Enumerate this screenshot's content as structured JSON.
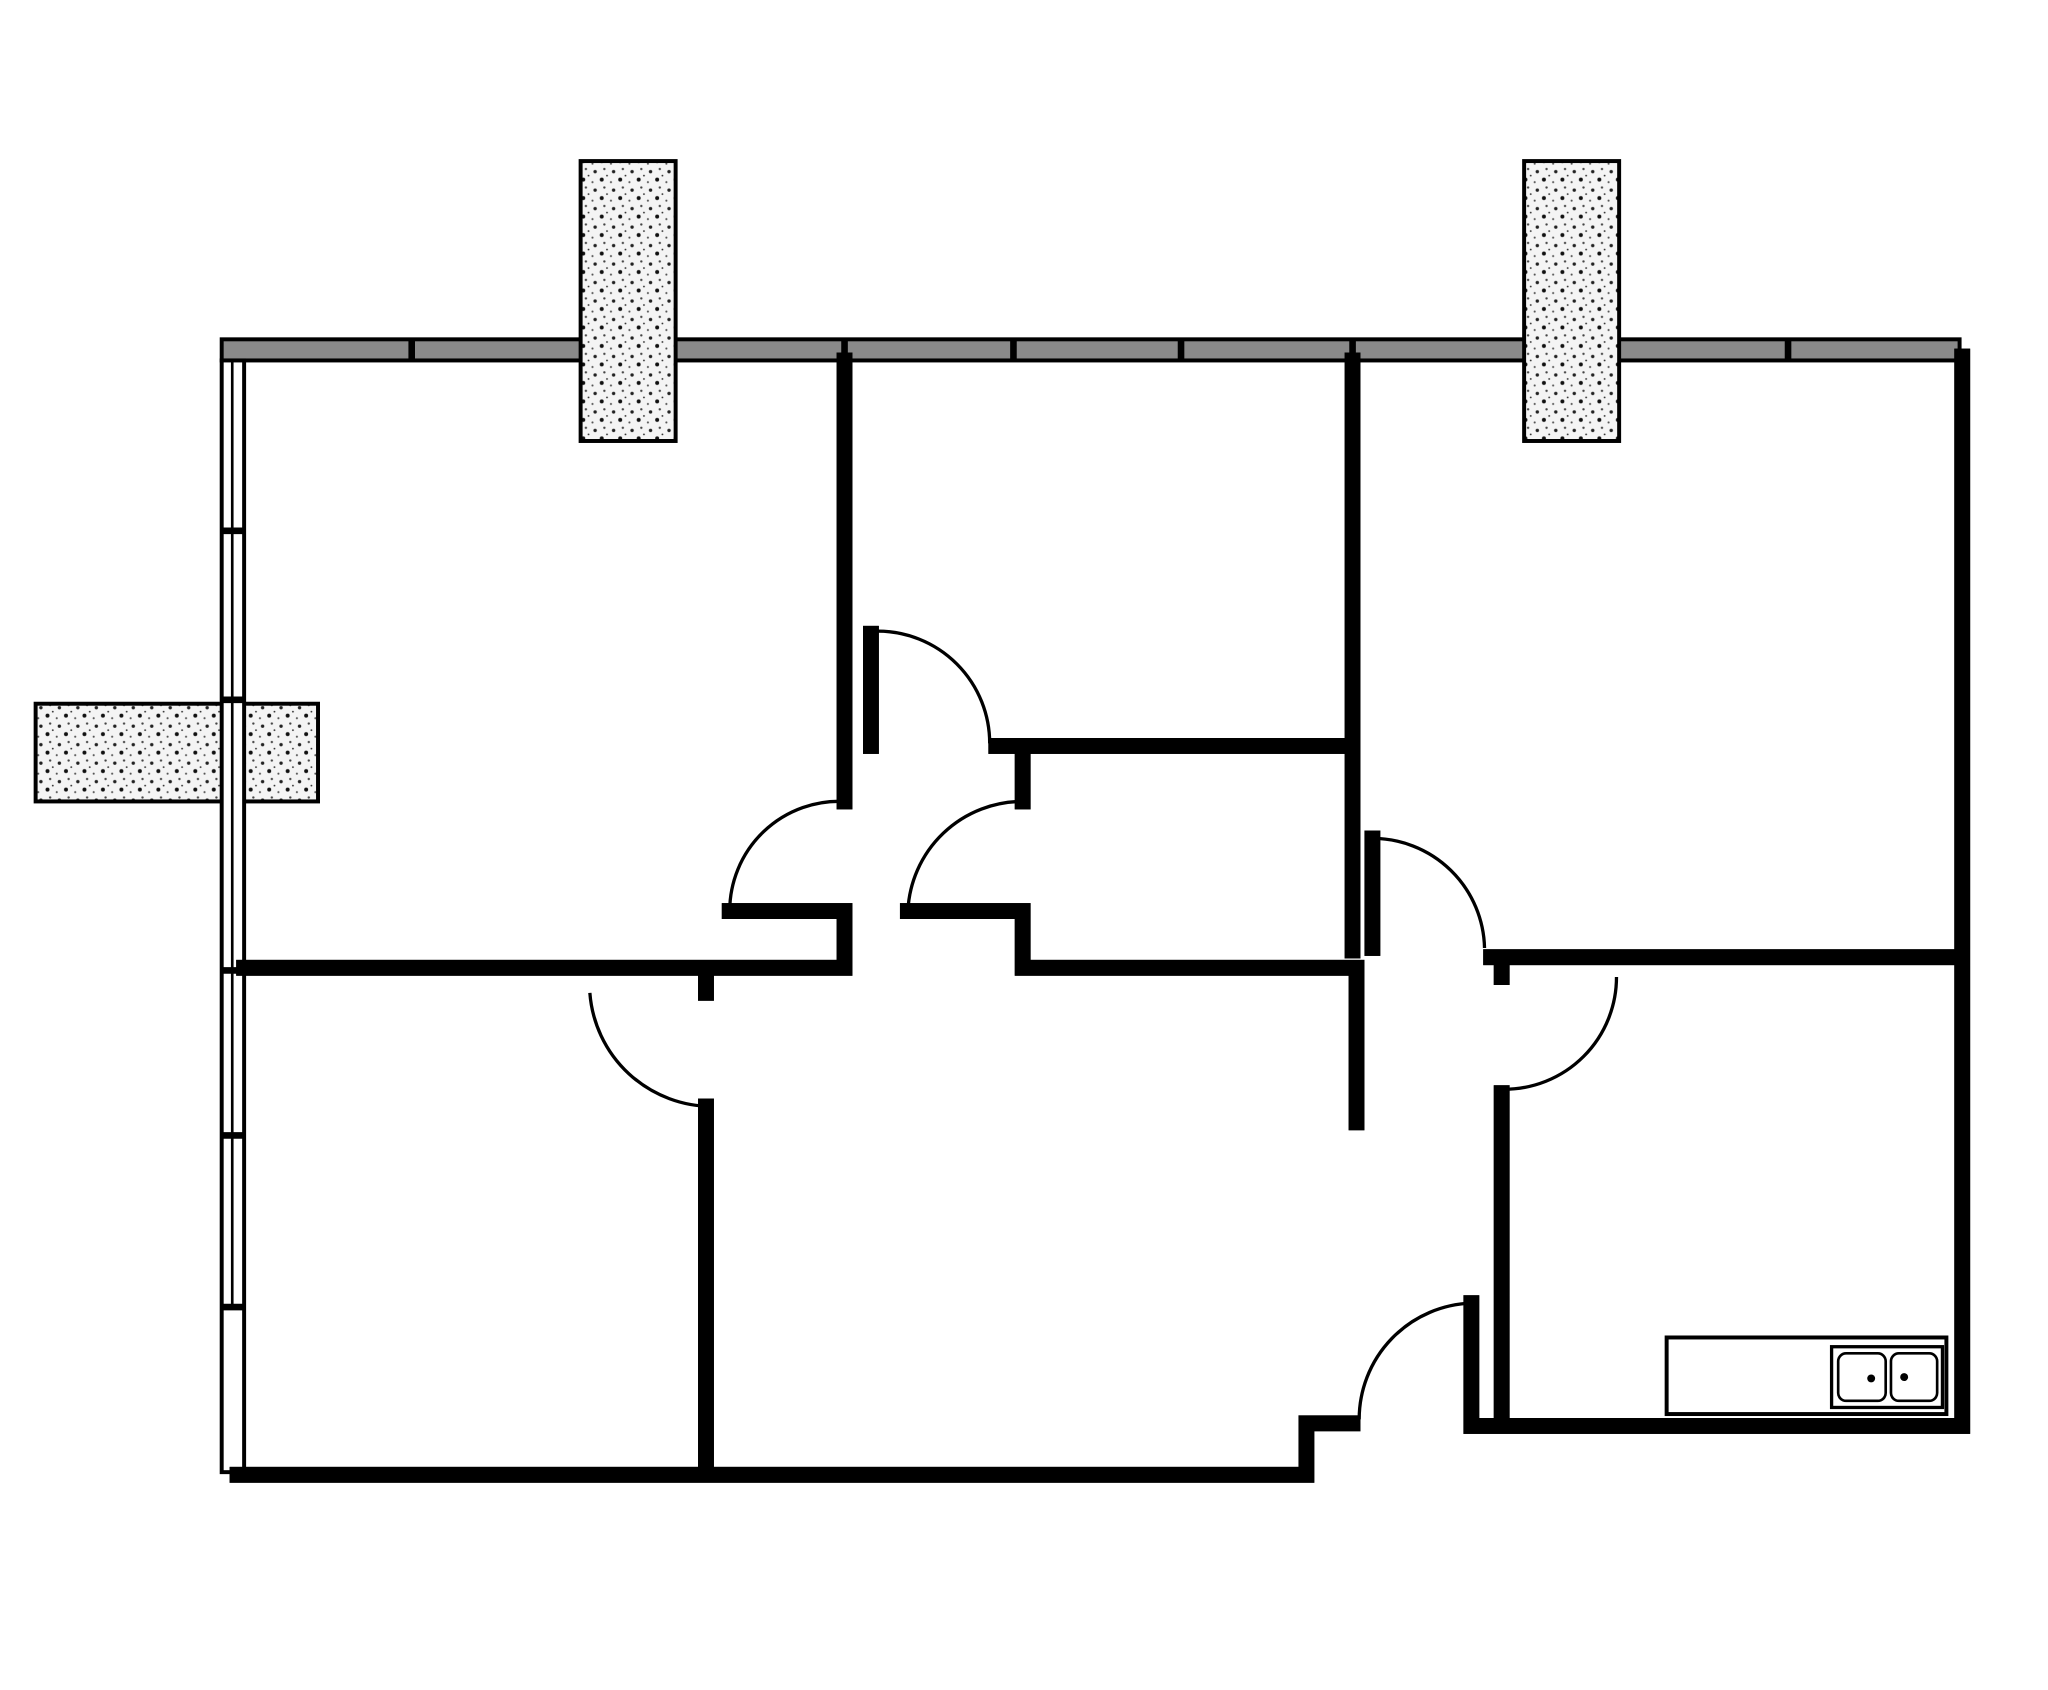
{
  "colors": {
    "background": "#ffffff",
    "wall_line": "#000000",
    "window_fill": "#8a8a8a",
    "column_fill": "#f4f4f4"
  },
  "elements": {
    "columns": 3,
    "doors": 7,
    "sink_basins": 2
  }
}
